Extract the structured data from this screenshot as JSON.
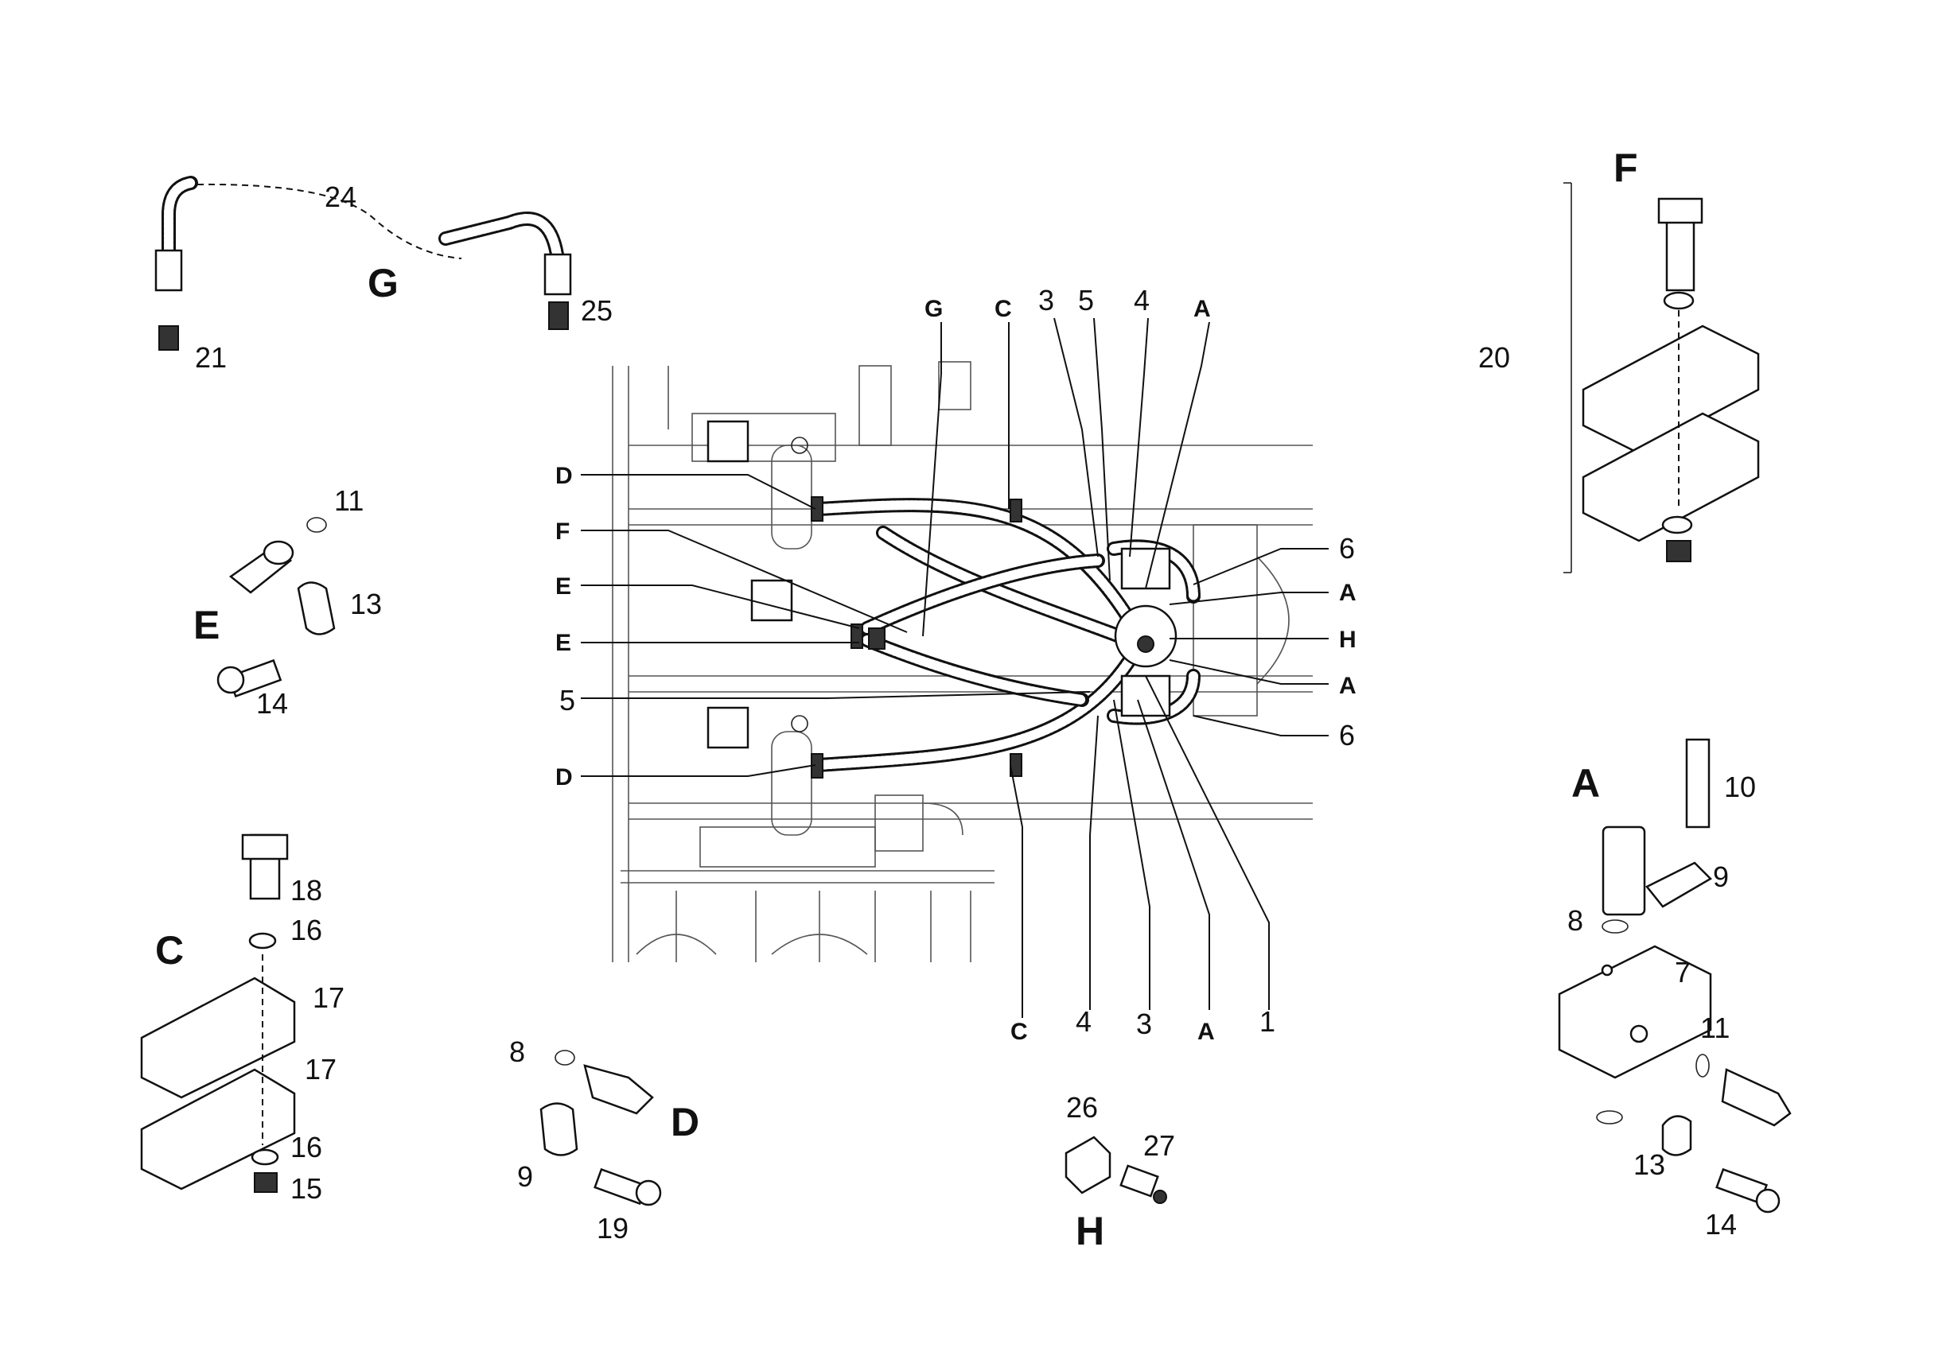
{
  "detail_letters": {
    "G_top_left": "G",
    "E_left": "E",
    "C_left": "C",
    "D_bottom": "D",
    "H_bottom": "H",
    "F_top_right": "F",
    "A_right": "A"
  },
  "callouts_left": {
    "D_top": "D",
    "F": "F",
    "E_1": "E",
    "E_2": "E",
    "n5": "5",
    "D_bottom": "D"
  },
  "callouts_top": {
    "G": "G",
    "C": "C",
    "n3": "3",
    "n5": "5",
    "n4": "4",
    "A": "A"
  },
  "callouts_right": {
    "n6_top": "6",
    "A_1": "A",
    "H": "H",
    "A_2": "A",
    "n6_bottom": "6"
  },
  "callouts_bottom": {
    "C": "C",
    "n4": "4",
    "n3": "3",
    "A": "A",
    "n1": "1"
  },
  "detail_G_numbers": {
    "n24": "24",
    "n21": "21",
    "n25": "25"
  },
  "detail_E_numbers": {
    "n11": "11",
    "n13": "13",
    "n14": "14"
  },
  "detail_C_numbers": {
    "n18": "18",
    "n16_top": "16",
    "n17_top": "17",
    "n17_bottom": "17",
    "n16_bottom": "16",
    "n15": "15"
  },
  "detail_D_numbers": {
    "n8": "8",
    "n9": "9",
    "n19": "19"
  },
  "detail_H_numbers": {
    "n26": "26",
    "n27": "27"
  },
  "detail_F_numbers": {
    "n20": "20"
  },
  "detail_A_numbers": {
    "n10": "10",
    "n9": "9",
    "n8": "8",
    "n7": "7",
    "n11": "11",
    "n13": "13",
    "n14": "14"
  }
}
